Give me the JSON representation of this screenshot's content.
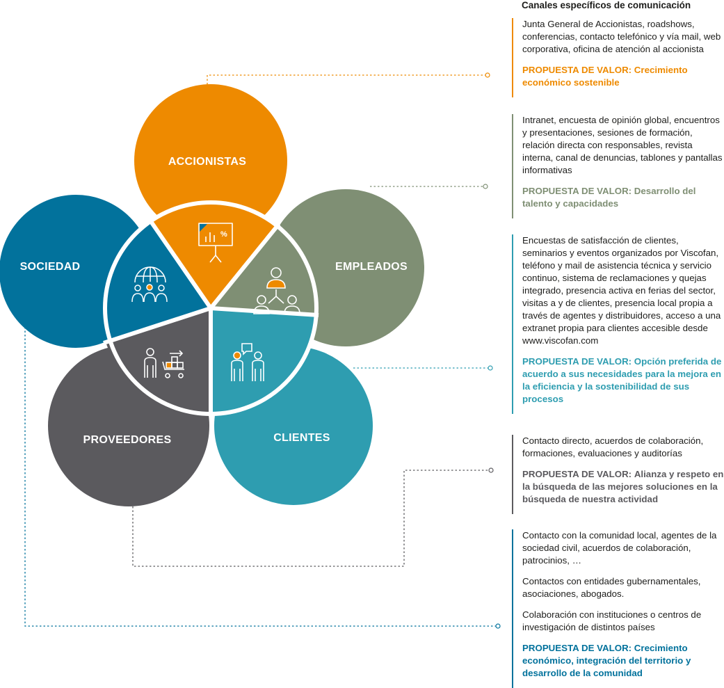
{
  "colors": {
    "accionistas": "#ee8a00",
    "empleados": "#7f8f74",
    "clientes": "#2e9db0",
    "proveedores": "#5b5a5e",
    "sociedad": "#02729c"
  },
  "petals": {
    "accionistas": "ACCIONISTAS",
    "empleados": "EMPLEADOS",
    "clientes": "CLIENTES",
    "proveedores": "PROVEEDORES",
    "sociedad": "SOCIEDAD"
  },
  "icons": {
    "accionistas": "presentation-chart-icon",
    "empleados": "team-network-icon",
    "clientes": "customer-chat-icon",
    "proveedores": "supplier-cart-icon",
    "sociedad": "globe-people-icon"
  },
  "panel": {
    "title": "Canales específicos de comunicación",
    "blocks": [
      {
        "id": "accionistas",
        "channels": [
          "Junta General de Accionistas, roadshows, conferencias, contacto telefónico y vía mail, web corporativa, oficina de atención al accionista"
        ],
        "value_prop": "PROPUESTA DE VALOR: Crecimiento económico sostenible"
      },
      {
        "id": "empleados",
        "channels": [
          "Intranet, encuesta de opinión global, encuentros y presentaciones, sesiones de formación, relación directa con responsables, revista interna, canal de denuncias, tablones y pantallas informativas"
        ],
        "value_prop": "PROPUESTA DE VALOR: Desarrollo del talento y capacidades"
      },
      {
        "id": "clientes",
        "channels": [
          "Encuestas de satisfacción de clientes, seminarios y eventos organizados por Viscofan, teléfono y mail de asistencia técnica y servicio continuo, sistema de reclamaciones y quejas integrado, presencia activa en ferias del sector, visitas a y de clientes, presencia local propia a través de agentes y distribuidores, acceso a una extranet propia para clientes accesible desde www.viscofan.com"
        ],
        "value_prop": "PROPUESTA DE VALOR: Opción preferida de acuerdo a sus necesidades para la mejora en la eficiencia y la sostenibilidad de sus procesos"
      },
      {
        "id": "proveedores",
        "channels": [
          "Contacto directo, acuerdos de colaboración, formaciones, evaluaciones y auditorías"
        ],
        "value_prop_bold": "PROPUESTA DE VALOR:",
        "value_prop_rest": "Alianza y respeto en la búsqueda de las mejores soluciones en la búsqueda de nuestra actividad"
      },
      {
        "id": "sociedad",
        "channels": [
          "Contacto con la comunidad local, agentes de la sociedad civil, acuerdos de colaboración, patrocinios, …",
          "Contactos con entidades gubernamentales, asociaciones, abogados.",
          "Colaboración con instituciones o centros de investigación de distintos países"
        ],
        "value_prop": "PROPUESTA DE VALOR: Crecimiento económico, integración del territorio y desarrollo de la comunidad"
      }
    ]
  }
}
